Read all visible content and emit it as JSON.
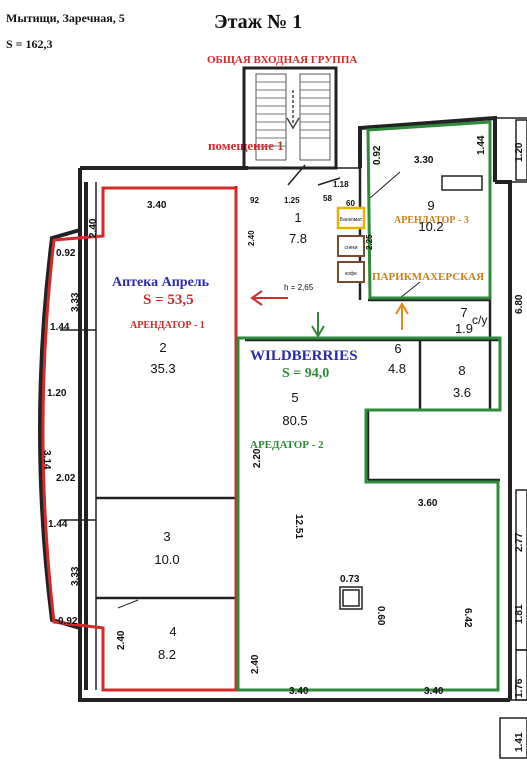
{
  "address": "Мытищи, Заречная, 5",
  "total_area": "S = 162,3",
  "floor_title": "Этаж № 1",
  "entrance_group": "ОБЩАЯ ВХОДНАЯ ГРУППА",
  "premises_label": "помещение 1",
  "tenants": {
    "t1": {
      "name": "Аптека Апрель",
      "area": "S = 53,5",
      "role": "АРЕНДАТОР - 1"
    },
    "t2": {
      "name": "WILDBERRIES",
      "area": "S = 94,0",
      "role": "АРЕДАТОР - 2"
    },
    "t3": {
      "role": "АРЕНДАТОР - 3",
      "name": "ПАРИКМАХЕРСКАЯ"
    }
  },
  "rooms": [
    {
      "num": "1",
      "area": "7.8"
    },
    {
      "num": "2",
      "area": "35.3"
    },
    {
      "num": "3",
      "area": "10.0"
    },
    {
      "num": "4",
      "area": "8.2"
    },
    {
      "num": "5",
      "area": "80.5"
    },
    {
      "num": "6",
      "area": "4.8"
    },
    {
      "num": "7",
      "area": "1.9"
    },
    {
      "num": "8",
      "area": "3.6"
    },
    {
      "num": "9",
      "area": "10.2"
    }
  ],
  "wc_label": "с/у",
  "small_boxes": [
    "Банкомат",
    "снеки",
    "кофе"
  ],
  "height_note": "h = 2,65",
  "dimensions": [
    "3.40",
    "2.40",
    "0.92",
    "3.33",
    "1.44",
    "1.20",
    "3.14",
    "2.02",
    "1.44",
    "3.33",
    "0.92",
    "2.40",
    "0.92",
    "3.30",
    "1.44",
    "1.20",
    "6.80",
    "1.18",
    "60",
    "58",
    "92",
    "1.25",
    "2.40",
    "2.25",
    "2.20",
    "12.51",
    "3.60",
    "2.77",
    "0.73",
    "0.60",
    "6.42",
    "1.81",
    "2.40",
    "3.40",
    "3.40",
    "1.76",
    "1.41"
  ],
  "colors": {
    "tenant1": "#d42a2a",
    "tenant2": "#2e8b3a",
    "tenant3": "#c8821a",
    "tenant1_text": "#2a2aa8",
    "wall": "#222222"
  }
}
